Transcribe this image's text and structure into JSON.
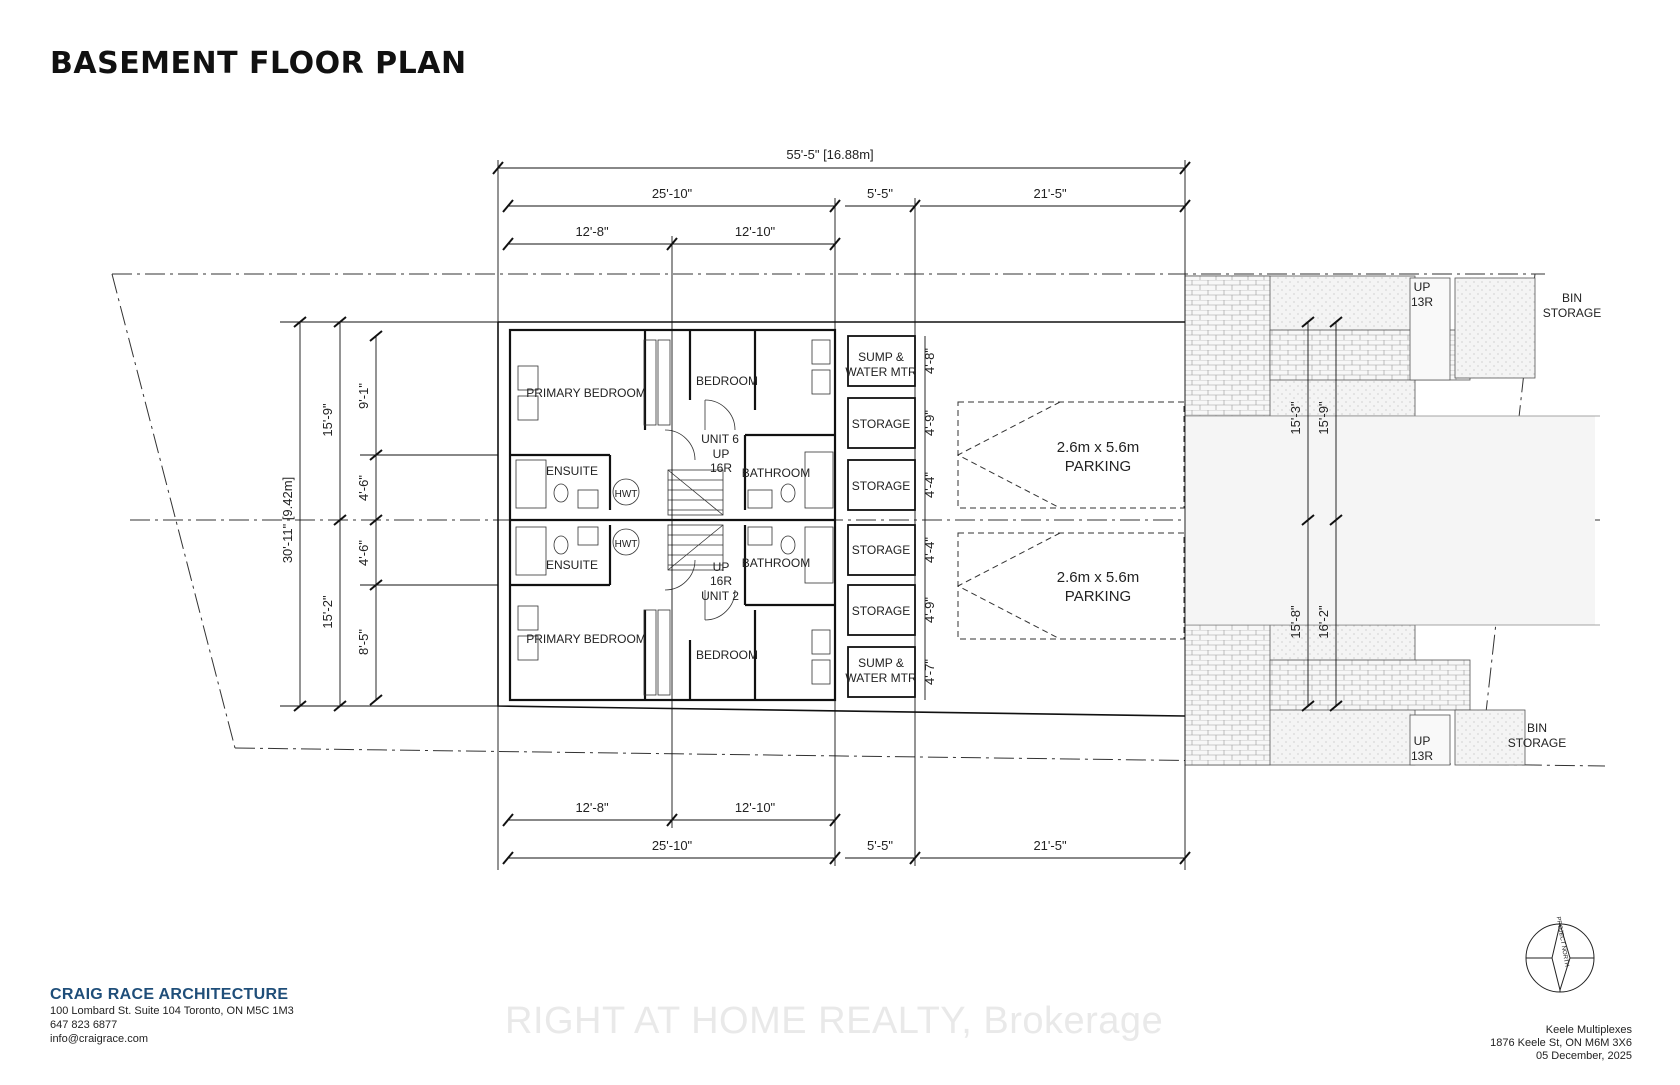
{
  "title": "BASEMENT FLOOR PLAN",
  "dimensions": {
    "overall_top": "55'-5\" [16.88m]",
    "seg_a": "25'-10\"",
    "seg_b": "5'-5\"",
    "seg_c": "21'-5\"",
    "sub_a": "12'-8\"",
    "sub_b": "12'-10\"",
    "left_overall": "30'-11\" [9.42m]",
    "left_top": "15'-9\"",
    "left_bottom": "15'-2\"",
    "left_d1": "9'-1\"",
    "left_d2": "4'-6\"",
    "left_d3": "4'-6\"",
    "left_d4": "8'-5\"",
    "storage_d1": "4'-8\"",
    "storage_d2": "4'-9\"",
    "storage_d3": "4'-4\"",
    "storage_d4": "4'-4\"",
    "storage_d5": "4'-9\"",
    "storage_d6": "4'-7\"",
    "right_d1": "15'-3\"",
    "right_d2": "15'-9\"",
    "right_d3": "15'-8\"",
    "right_d4": "16'-2\""
  },
  "rooms": {
    "primary_bedroom": "PRIMARY BEDROOM",
    "bedroom": "BEDROOM",
    "ensuite": "ENSUITE",
    "bathroom": "BATHROOM",
    "hwt": "HWT",
    "unit_top": "UNIT 6",
    "unit_bottom": "UNIT 2",
    "up": "UP",
    "risers": "16R",
    "sump_1": "SUMP &",
    "sump_2": "WATER MTR",
    "storage": "STORAGE",
    "parking_size": "2.6m x 5.6m",
    "parking": "PARKING",
    "bin_1": "BIN",
    "bin_2": "STORAGE",
    "up_ext": "UP",
    "risers_ext": "13R"
  },
  "firm": {
    "name": "CRAIG RACE ARCHITECTURE",
    "address": "100 Lombard St. Suite 104 Toronto, ON M5C 1M3",
    "phone": "647 823 6877",
    "email": "info@craigrace.com"
  },
  "project": {
    "name": "Keele Multiplexes",
    "address": "1876 Keele St, ON M6M 3X6",
    "date": "05 December, 2025"
  },
  "north_label": "PROJECT NORTH",
  "watermark": "RIGHT AT HOME REALTY, Brokerage"
}
